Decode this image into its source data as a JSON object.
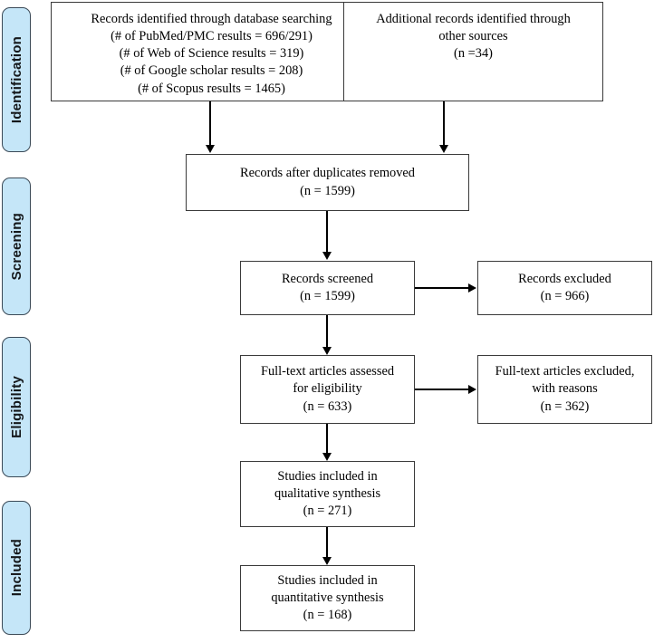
{
  "diagram": {
    "type": "prisma-flow-diagram",
    "accent_color": "#c5e6f8",
    "border_color": "#3b4a57",
    "box_border_color": "#3a3a3a",
    "stages": [
      {
        "id": "identification",
        "label": "Identification"
      },
      {
        "id": "screening",
        "label": "Screening"
      },
      {
        "id": "eligibility",
        "label": "Eligibility"
      },
      {
        "id": "included",
        "label": "Included"
      }
    ],
    "boxes": {
      "database_searching": {
        "lines": [
          "Records identified through database searching",
          "(# of PubMed/PMC results = 696/291)",
          "(# of Web of Science results = 319)",
          "(# of Google scholar results = 208)",
          "(# of Scopus results = 1465)"
        ]
      },
      "other_sources": {
        "lines": [
          "Additional records identified through",
          "other sources",
          "(n =34)"
        ]
      },
      "duplicates_removed": {
        "lines": [
          "Records after duplicates removed",
          "(n = 1599)"
        ]
      },
      "records_screened": {
        "lines": [
          "Records screened",
          "(n = 1599)"
        ]
      },
      "records_excluded": {
        "lines": [
          "Records excluded",
          "(n = 966)"
        ]
      },
      "fulltext_assessed": {
        "lines": [
          "Full-text articles assessed",
          "for eligibility",
          "(n = 633)"
        ]
      },
      "fulltext_excluded": {
        "lines": [
          "Full-text articles excluded,",
          "with reasons",
          "(n = 362)"
        ]
      },
      "qualitative_synthesis": {
        "lines": [
          "Studies included in",
          "qualitative synthesis",
          "(n = 271)"
        ]
      },
      "quantitative_synthesis": {
        "lines": [
          "Studies included in",
          "quantitative synthesis",
          "(n = 168)"
        ]
      }
    },
    "counts": {
      "pubmed": 696,
      "pmc": 291,
      "web_of_science": 319,
      "google_scholar": 208,
      "scopus": 1465,
      "other_sources": 34,
      "after_duplicates": 1599,
      "screened": 1599,
      "excluded": 966,
      "fulltext_assessed": 633,
      "fulltext_excluded": 362,
      "qualitative": 271,
      "quantitative": 168
    }
  }
}
